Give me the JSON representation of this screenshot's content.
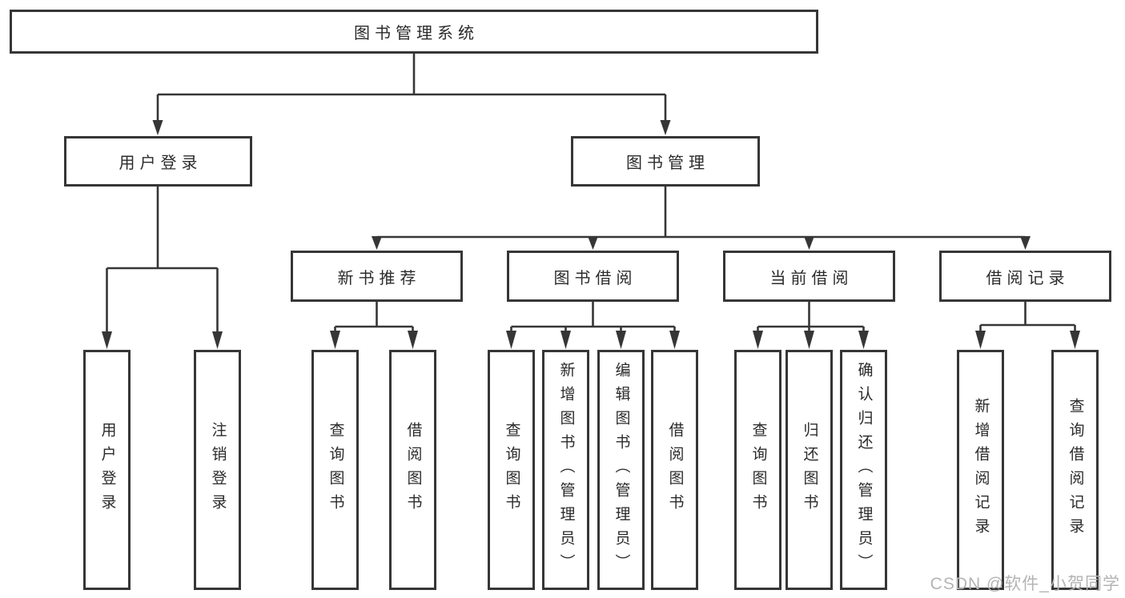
{
  "diagram": {
    "title": "图书管理系统",
    "level2": [
      "用户登录",
      "图书管理"
    ],
    "level3": [
      "新书推荐",
      "图书借阅",
      "当前借阅",
      "借阅记录"
    ],
    "leaves": {
      "user_login": [
        "用户登录",
        "注销登录"
      ],
      "new_book_recommend": [
        "查询图书",
        "借阅图书"
      ],
      "book_borrowing": [
        "查询图书",
        "新增图书（管理员）",
        "编辑图书（管理员）",
        "借阅图书"
      ],
      "current_borrowing": [
        "查询图书",
        "归还图书",
        "确认归还（管理员）"
      ],
      "borrowing_records": [
        "新增借阅记录",
        "查询借阅记录"
      ]
    }
  },
  "colors": {
    "line": "#363636",
    "box_border": "#363636",
    "text": "#2b2b2b",
    "watermark": "#b4b4b4",
    "background": "#ffffff"
  },
  "watermark": {
    "text": "CSDN @软件_小贺同学"
  }
}
